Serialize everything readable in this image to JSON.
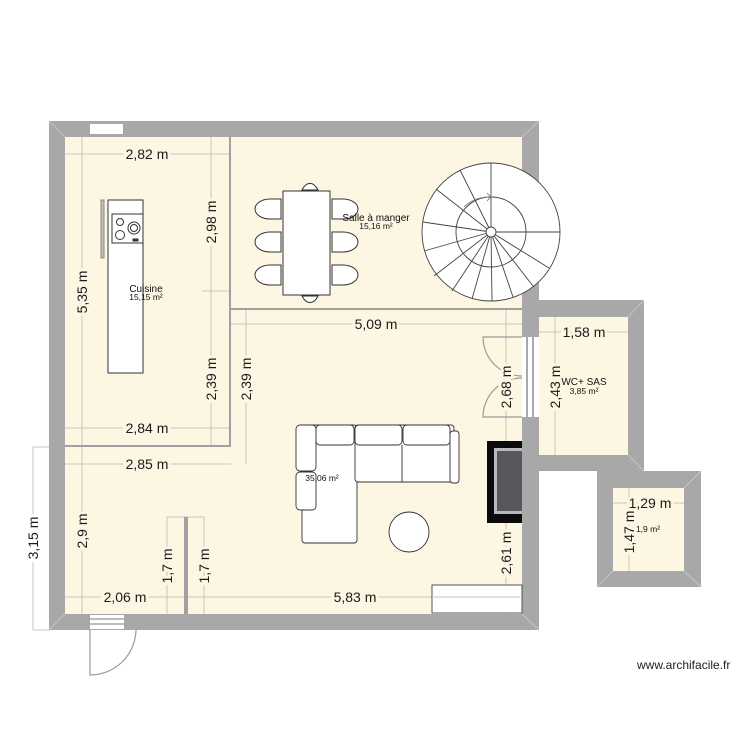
{
  "plan": {
    "colors": {
      "wall": "#a8a8a8",
      "wall_dark": "#9a9a9a",
      "floor": "#fcf6e3",
      "dim_line": "#c9c6bc",
      "furniture_stroke": "#333333",
      "furniture_fill": "#ffffff",
      "fireplace": "#0a0a0a",
      "fireplace_inner": "#58585c"
    },
    "rooms": [
      {
        "id": "cuisine",
        "name": "Cuisine",
        "area": "15,15 m²"
      },
      {
        "id": "salle_a_manger",
        "name": "Salle à manger",
        "area": "15,16 m²"
      },
      {
        "id": "sejour",
        "name": "",
        "area": "35,06 m²"
      },
      {
        "id": "wc_sas",
        "name": "WC+ SAS",
        "area": "3,85 m²"
      },
      {
        "id": "petite_piece",
        "name": "",
        "area": "1,9 m²"
      }
    ],
    "dimensions": {
      "cuisine_top_width": "2,82 m",
      "cuisine_height": "5,35 m",
      "cuisine_right_upper": "2,98 m",
      "cuisine_right_lower": "2,39 m",
      "cuisine_bottom_width": "2,84 m",
      "salon_left_height": "2,39 m",
      "salon_top_width": "5,09 m",
      "door_dim": "2,68 m",
      "wc_width": "1,58 m",
      "wc_height": "2,43 m",
      "small_width": "1,29 m",
      "small_height": "1,47 m",
      "entry_top_width": "2,85 m",
      "outer_left_height": "3,15 m",
      "entry_height": "2,9 m",
      "partition_left": "1,7 m",
      "partition_right": "1,7 m",
      "bottom_left_width": "2,06 m",
      "bottom_right_width": "5,83 m",
      "fireplace_height": "2,61 m"
    },
    "furniture": [
      {
        "id": "cooktop",
        "label": "kitchen-island-with-cooktop"
      },
      {
        "id": "dining_table",
        "label": "dining-table-8-chairs"
      },
      {
        "id": "spiral_stair",
        "label": "spiral-staircase"
      },
      {
        "id": "sofa",
        "label": "corner-sofa"
      },
      {
        "id": "coffee_table",
        "label": "round-coffee-table"
      },
      {
        "id": "fireplace",
        "label": "fireplace"
      },
      {
        "id": "tv_unit",
        "label": "tv-cabinet"
      }
    ]
  },
  "watermark": "www.archifacile.fr"
}
